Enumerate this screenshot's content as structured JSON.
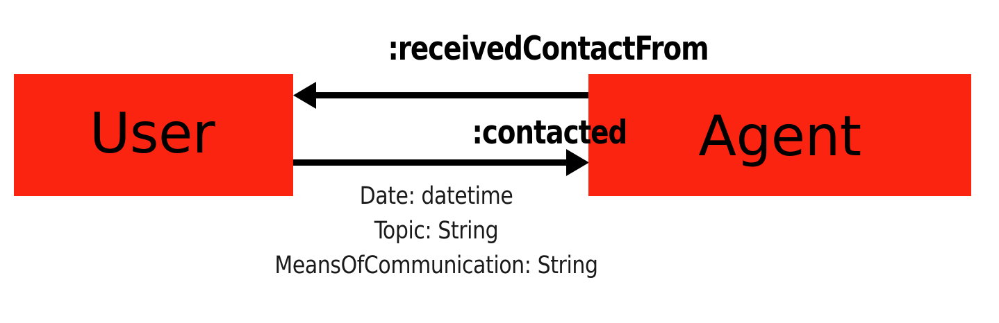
{
  "diagram": {
    "type": "entity-relationship-diagram",
    "background_color": "#ffffff",
    "entity_fill_color": "#fb2410",
    "line_color": "#000000",
    "entities": [
      {
        "id": "user",
        "label": "User"
      },
      {
        "id": "agent",
        "label": "Agent"
      }
    ],
    "relationships": [
      {
        "id": "received-contact-from",
        "label": ":receivedContactFrom",
        "from": "agent",
        "to": "user",
        "direction": "right-to-left",
        "arrowhead": "left",
        "attributes": []
      },
      {
        "id": "contacted",
        "label": ":contacted",
        "from": "user",
        "to": "agent",
        "direction": "left-to-right",
        "arrowhead": "right",
        "attributes": [
          "Date: datetime",
          "Topic: String",
          "MeansOfCommunication: String"
        ]
      }
    ],
    "attribute_lines": [
      "Date: datetime",
      "Topic: String",
      "MeansOfCommunication: String"
    ]
  }
}
